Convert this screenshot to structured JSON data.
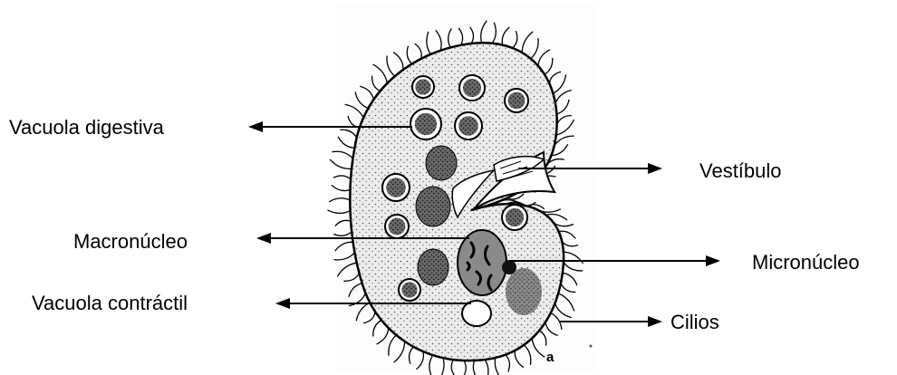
{
  "labels": {
    "vacuola_digestiva": "Vacuola digestiva",
    "vestibulo": "Vestíbulo",
    "macronucleo": "Macronúcleo",
    "micronucleo": "Micronúcleo",
    "vacuola_contractil": "Vacuola contráctil",
    "cilios": "Cilios"
  },
  "figure_letter": "a",
  "colors": {
    "ink": "#000000",
    "paper": "#ffffff",
    "cell_fill": "#e6e6e6",
    "vacuole_fill": "#444444"
  }
}
